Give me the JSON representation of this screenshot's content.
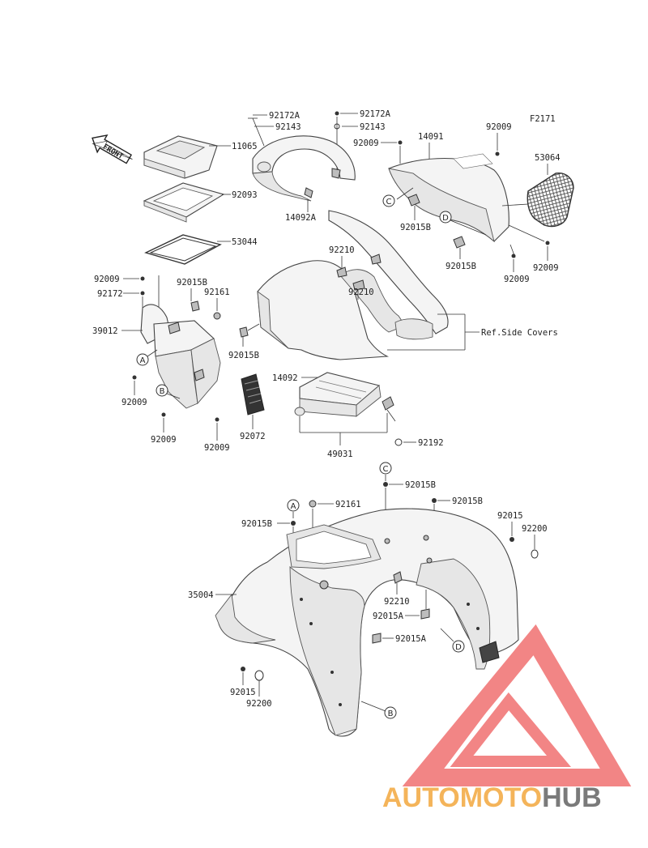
{
  "diagram_code": "F2171",
  "front_label": "FRONT",
  "ref_side_covers": "Ref.Side Covers",
  "callouts": {
    "A": "A",
    "B": "B",
    "C": "C",
    "D": "D"
  },
  "parts": {
    "p11065": "11065",
    "p92093": "92093",
    "p53044": "53044",
    "p92172A_1": "92172A",
    "p92143_1": "92143",
    "p92172A_2": "92172A",
    "p92143_2": "92143",
    "p92009_top1": "92009",
    "p14091": "14091",
    "p92009_top2": "92009",
    "p14092A": "14092A",
    "p53064": "53064",
    "p92015B_top": "92015B",
    "p92009_right": "92009",
    "p92015B_mid": "92015B",
    "p92009_right2": "92009",
    "p92210_1": "92210",
    "p92210_2": "92210",
    "p92009_left": "92009",
    "p92015B_left": "92015B",
    "p92172_left": "92172",
    "p92161_left": "92161",
    "p39012": "39012",
    "p92015B_left2": "92015B",
    "p92009_a": "92009",
    "p92009_b": "92009",
    "p92009_c": "92009",
    "p92072": "92072",
    "p14092": "14092",
    "p49031": "49031",
    "p92192": "92192",
    "p92015B_c": "92015B",
    "p92015B_d": "92015B",
    "p92161_lower": "92161",
    "p92015B_lower": "92015B",
    "p92015_r": "92015",
    "p92200_r": "92200",
    "p35004": "35004",
    "p92210_lower": "92210",
    "p92015A_1": "92015A",
    "p92015A_2": "92015A",
    "p92015_l": "92015",
    "p92200_l": "92200"
  },
  "watermark": {
    "part1": "AUTOMOTO",
    "part2": "HUB",
    "color_1": "#f4b45a",
    "color_2": "#f08a7a",
    "color_3": "#7a7a7a",
    "logo_color": "#f07070"
  }
}
